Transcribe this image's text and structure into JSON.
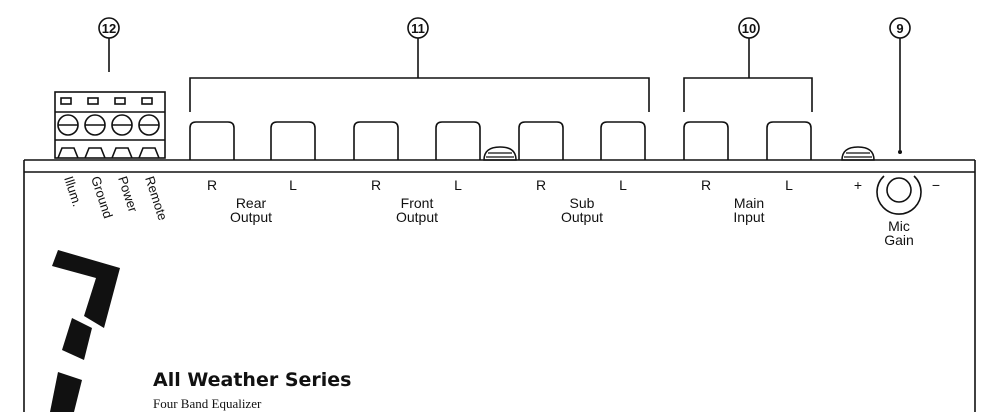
{
  "callouts": {
    "c12": "12",
    "c11": "11",
    "c10": "10",
    "c9": "9"
  },
  "terminal_labels": [
    "Illum.",
    "Ground",
    "Power",
    "Remote"
  ],
  "channels": {
    "rear": {
      "r": "R",
      "l": "L",
      "name_line1": "Rear",
      "name_line2": "Output"
    },
    "front": {
      "r": "R",
      "l": "L",
      "name_line1": "Front",
      "name_line2": "Output"
    },
    "sub": {
      "r": "R",
      "l": "L",
      "name_line1": "Sub",
      "name_line2": "Output"
    },
    "main": {
      "r": "R",
      "l": "L",
      "name_line1": "Main",
      "name_line2": "Input"
    }
  },
  "mic_gain": {
    "plus": "+",
    "minus": "−",
    "line1": "Mic",
    "line2": "Gain"
  },
  "brand": {
    "series": "All Weather Series",
    "subtitle": "Four Band Equalizer"
  },
  "icons": [
    "screw-icon",
    "knob-icon",
    "terminal-screw-icon"
  ]
}
